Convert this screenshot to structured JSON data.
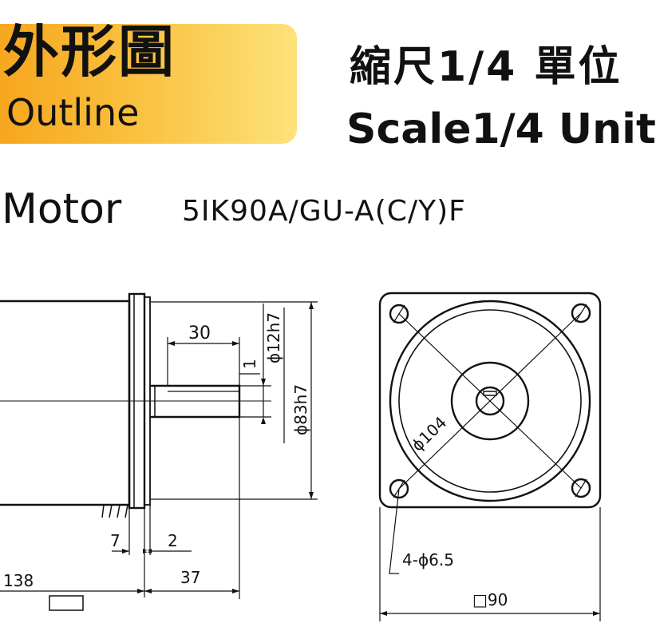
{
  "header": {
    "banner_cn": "外形圖",
    "banner_en": "Outline",
    "scale_cn": "縮尺1/4  單位",
    "scale_en": "Scale1/4 Unit"
  },
  "motor": {
    "label": "Motor",
    "model": "5IK90A/GU-A(C/Y)F"
  },
  "side_view": {
    "dim_30": "30",
    "dim_1": "1",
    "dim_shaft_dia": "ϕ12h7",
    "dim_pilot_dia": "ϕ83h7",
    "dim_7": "7",
    "dim_2": "2",
    "dim_138": "138",
    "dim_37": "37"
  },
  "front_view": {
    "dim_pcd": "ϕ104",
    "dim_holes": "4-ϕ6.5",
    "dim_square": "□90"
  },
  "colors": {
    "banner_start": "#f7a31c",
    "banner_end": "#fde27a",
    "line": "#111111"
  }
}
